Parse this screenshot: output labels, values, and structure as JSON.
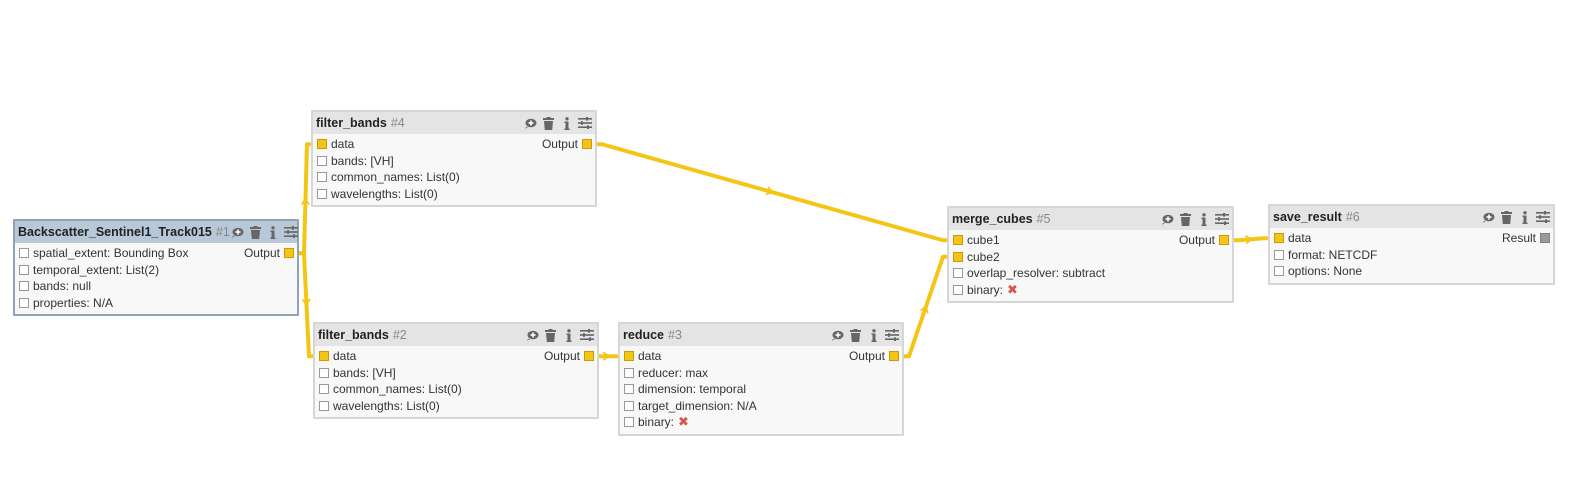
{
  "colors": {
    "edge": "#f5c516",
    "socket_active": "#f5c516",
    "selected_header": "#b8c8d8"
  },
  "icons": [
    "comment-icon",
    "trash-icon",
    "info-icon",
    "settings-icon",
    "x-mark-icon"
  ],
  "nodes": [
    {
      "title": "Backscatter_Sentinel1_Track015",
      "id": "#1",
      "selected": true,
      "params": [
        {
          "label": "spatial_extent: Bounding Box",
          "active": false
        },
        {
          "label": "temporal_extent: List(2)",
          "active": false
        },
        {
          "label": "bands: null",
          "active": false
        },
        {
          "label": "properties: N/A",
          "active": false
        }
      ],
      "output": "Output"
    },
    {
      "title": "filter_bands",
      "id": "#4",
      "selected": false,
      "params": [
        {
          "label": "data",
          "active": true
        },
        {
          "label": "bands: [VH]",
          "active": false
        },
        {
          "label": "common_names: List(0)",
          "active": false
        },
        {
          "label": "wavelengths: List(0)",
          "active": false
        }
      ],
      "output": "Output"
    },
    {
      "title": "filter_bands",
      "id": "#2",
      "selected": false,
      "params": [
        {
          "label": "data",
          "active": true
        },
        {
          "label": "bands: [VH]",
          "active": false
        },
        {
          "label": "common_names: List(0)",
          "active": false
        },
        {
          "label": "wavelengths: List(0)",
          "active": false
        }
      ],
      "output": "Output"
    },
    {
      "title": "reduce",
      "id": "#3",
      "selected": false,
      "params": [
        {
          "label": "data",
          "active": true
        },
        {
          "label": "reducer: max",
          "active": false
        },
        {
          "label": "dimension: temporal",
          "active": false
        },
        {
          "label": "target_dimension: N/A",
          "active": false
        },
        {
          "label": "binary:",
          "active": false,
          "xmark": true
        }
      ],
      "output": "Output"
    },
    {
      "title": "merge_cubes",
      "id": "#5",
      "selected": false,
      "params": [
        {
          "label": "cube1",
          "active": true
        },
        {
          "label": "cube2",
          "active": true
        },
        {
          "label": "overlap_resolver: subtract",
          "active": false
        },
        {
          "label": "binary:",
          "active": false,
          "xmark": true
        }
      ],
      "output": "Output"
    },
    {
      "title": "save_result",
      "id": "#6",
      "selected": false,
      "params": [
        {
          "label": "data",
          "active": true
        },
        {
          "label": "format: NETCDF",
          "active": false
        },
        {
          "label": "options: None",
          "active": false
        }
      ],
      "output": "Result",
      "output_gray": true
    }
  ],
  "edges": [
    {
      "from": "#1",
      "to": "#4",
      "to_param": "data"
    },
    {
      "from": "#1",
      "to": "#2",
      "to_param": "data"
    },
    {
      "from": "#2",
      "to": "#3",
      "to_param": "data"
    },
    {
      "from": "#4",
      "to": "#5",
      "to_param": "cube1"
    },
    {
      "from": "#3",
      "to": "#5",
      "to_param": "cube2"
    },
    {
      "from": "#5",
      "to": "#6",
      "to_param": "data"
    }
  ]
}
